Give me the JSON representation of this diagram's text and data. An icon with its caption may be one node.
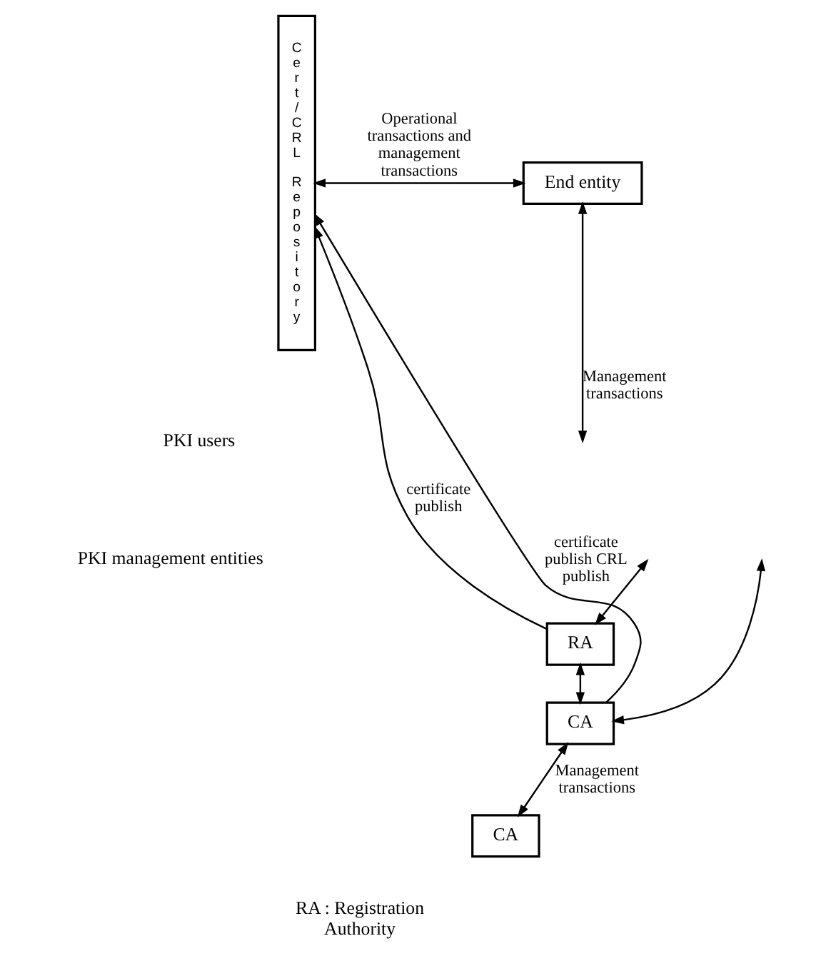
{
  "diagram": {
    "nodes": [
      {
        "text": [
          "Cert/CRL Repository"
        ]
      },
      {
        "text": [
          "End entity"
        ]
      },
      {
        "text": [
          "RA"
        ]
      },
      {
        "text": [
          "CA"
        ]
      },
      {
        "text": [
          "CA"
        ]
      }
    ],
    "edges": [
      {
        "from": 0,
        "to": 1,
        "arrow": "both",
        "label": "Operational transactions and management transactions"
      },
      {
        "from": 1,
        "to": null,
        "arrow": "both",
        "label": "Management transactions"
      },
      {
        "from": null,
        "to": 2,
        "arrow": "both"
      },
      {
        "from": null,
        "to": 3,
        "arrow": "both"
      },
      {
        "from": 2,
        "to": 0,
        "arrow": "to",
        "label": "certificate publish"
      },
      {
        "from": 2,
        "to": 3,
        "arrow": "both"
      },
      {
        "from": 3,
        "to": 0,
        "arrow": "to",
        "label": "certificate publish CRL publish"
      },
      {
        "from": 3,
        "to": 4,
        "arrow": "both",
        "label": "Management transactions"
      }
    ],
    "labels": [
      "PKI users",
      "PKI management entities",
      "RA : Registration Authority"
    ]
  }
}
